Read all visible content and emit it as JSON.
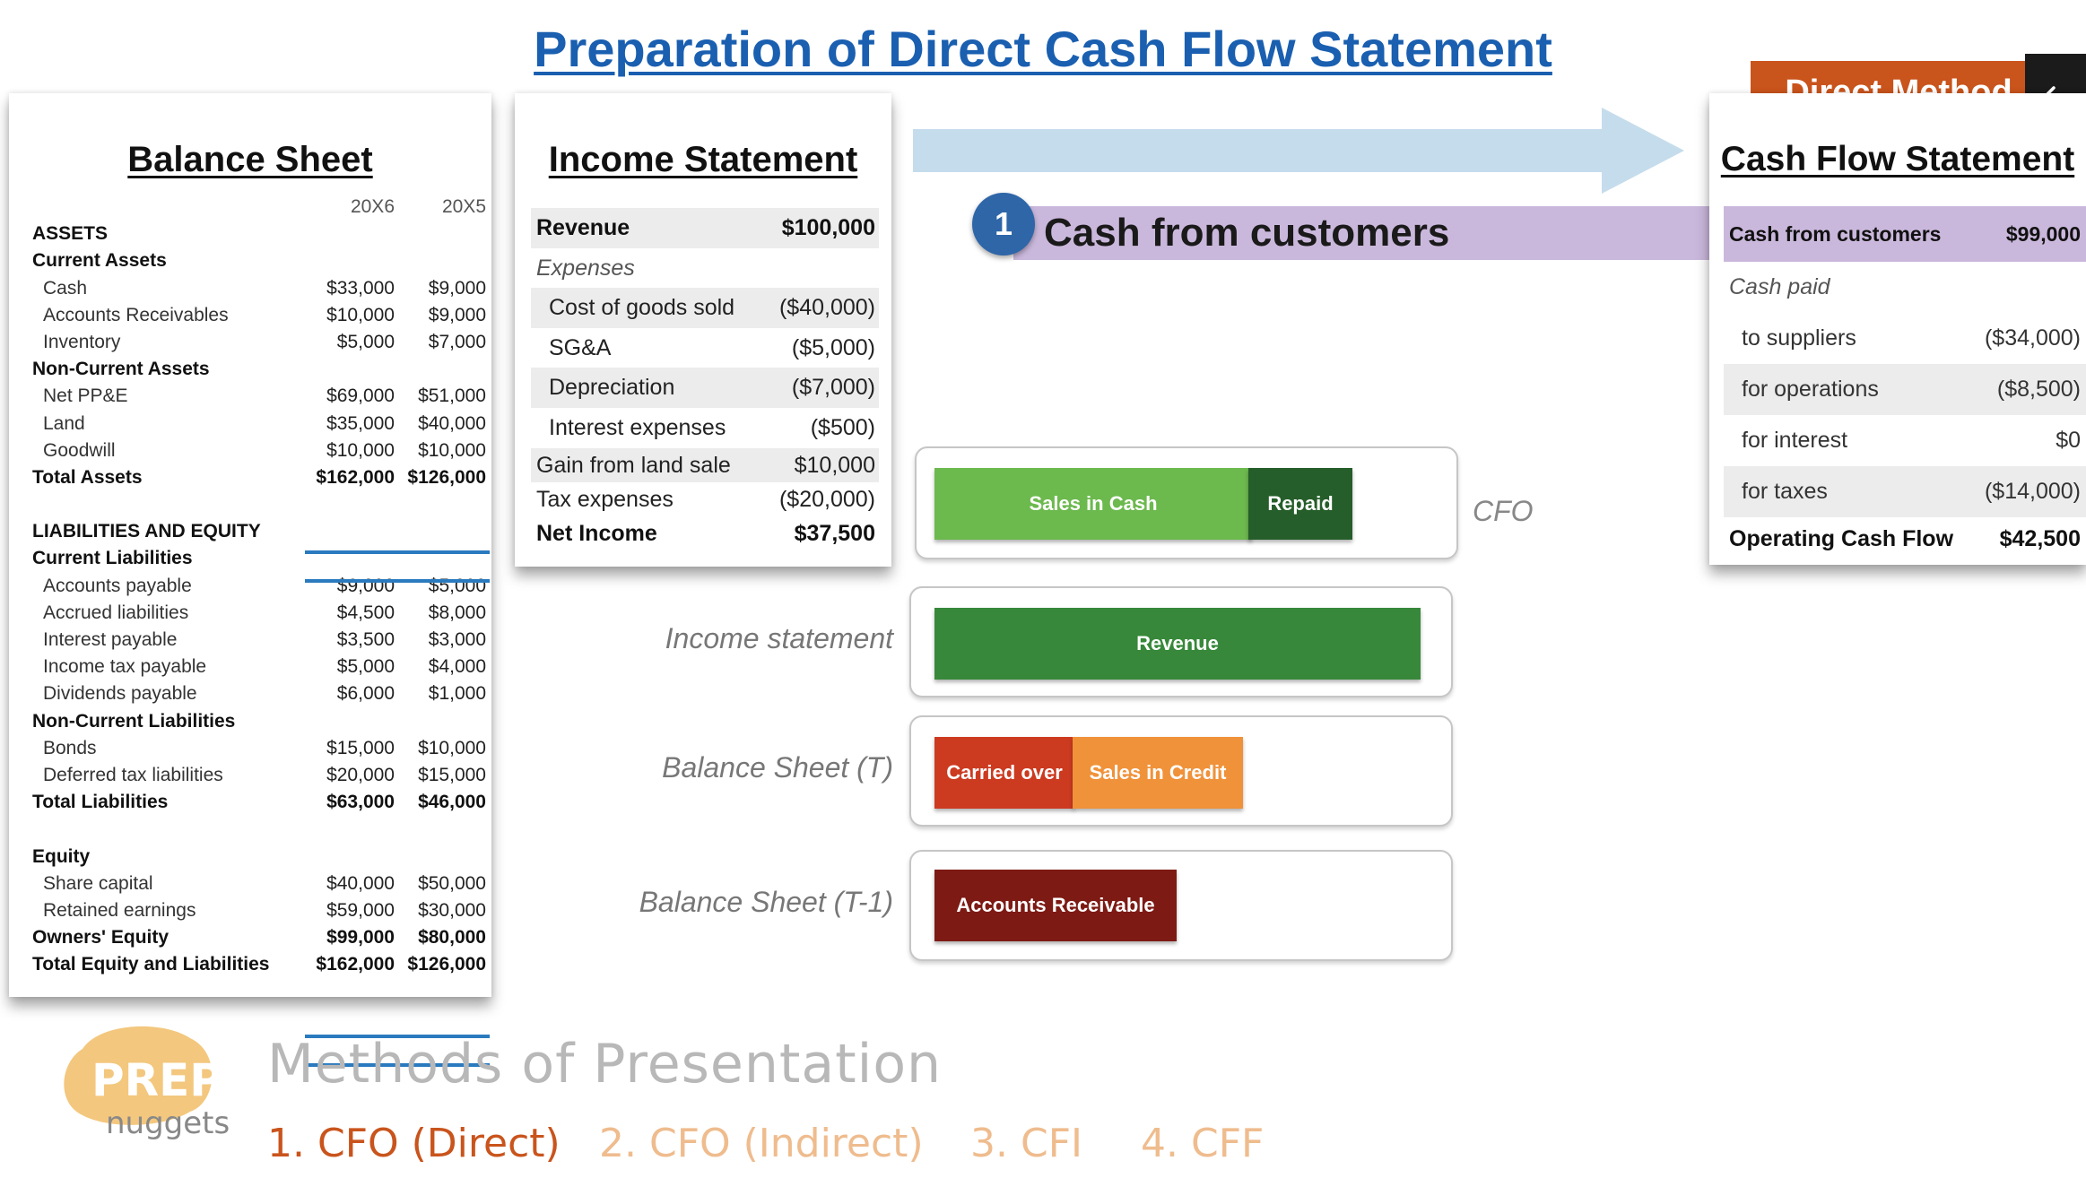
{
  "title": "Preparation of Direct Cash Flow Statement",
  "balance_sheet": {
    "title": "Balance Sheet",
    "rows": [
      {
        "label": "",
        "v1": "20X6",
        "v2": "20X5"
      },
      {
        "label": "ASSETS",
        "v1": "",
        "v2": ""
      },
      {
        "label": "Current Assets",
        "v1": "",
        "v2": ""
      },
      {
        "label": "Cash",
        "v1": "$33,000",
        "v2": "$9,000"
      },
      {
        "label": "Accounts Receivables",
        "v1": "$10,000",
        "v2": "$9,000"
      },
      {
        "label": "Inventory",
        "v1": "$5,000",
        "v2": "$7,000"
      },
      {
        "label": "Non-Current Assets",
        "v1": "",
        "v2": ""
      },
      {
        "label": "Net PP&E",
        "v1": "$69,000",
        "v2": "$51,000"
      },
      {
        "label": "Land",
        "v1": "$35,000",
        "v2": "$40,000"
      },
      {
        "label": "Goodwill",
        "v1": "$10,000",
        "v2": "$10,000"
      },
      {
        "label": "Total Assets",
        "v1": "$162,000",
        "v2": "$126,000"
      },
      {
        "label": "",
        "v1": "",
        "v2": ""
      },
      {
        "label": "LIABILITIES AND EQUITY",
        "v1": "",
        "v2": ""
      },
      {
        "label": "Current Liabilities",
        "v1": "",
        "v2": ""
      },
      {
        "label": "Accounts payable",
        "v1": "$9,000",
        "v2": "$5,000"
      },
      {
        "label": "Accrued liabilities",
        "v1": "$4,500",
        "v2": "$8,000"
      },
      {
        "label": "Interest payable",
        "v1": "$3,500",
        "v2": "$3,000"
      },
      {
        "label": "Income tax payable",
        "v1": "$5,000",
        "v2": "$4,000"
      },
      {
        "label": "Dividends payable",
        "v1": "$6,000",
        "v2": "$1,000"
      },
      {
        "label": "Non-Current Liabilities",
        "v1": "",
        "v2": ""
      },
      {
        "label": "Bonds",
        "v1": "$15,000",
        "v2": "$10,000"
      },
      {
        "label": "Deferred tax liabilities",
        "v1": "$20,000",
        "v2": "$15,000"
      },
      {
        "label": "Total Liabilities",
        "v1": "$63,000",
        "v2": "$46,000"
      },
      {
        "label": "",
        "v1": "",
        "v2": ""
      },
      {
        "label": "Equity",
        "v1": "",
        "v2": ""
      },
      {
        "label": "Share capital",
        "v1": "$40,000",
        "v2": "$50,000"
      },
      {
        "label": "Retained earnings",
        "v1": "$59,000",
        "v2": "$30,000"
      },
      {
        "label": "Owners' Equity",
        "v1": "$99,000",
        "v2": "$80,000"
      },
      {
        "label": "Total Equity and Liabilities",
        "v1": "$162,000",
        "v2": "$126,000"
      }
    ]
  },
  "income_statement": {
    "title": "Income Statement",
    "rows": [
      {
        "label": "Revenue",
        "value": "$100,000"
      },
      {
        "label": "Expenses",
        "value": ""
      },
      {
        "label": "Cost of goods sold",
        "value": "($40,000)"
      },
      {
        "label": "SG&A",
        "value": "($5,000)"
      },
      {
        "label": "Depreciation",
        "value": "($7,000)"
      },
      {
        "label": "Interest expenses",
        "value": "($500)"
      },
      {
        "label": "Gain from land sale",
        "value": "$10,000"
      },
      {
        "label": "Tax expenses",
        "value": "($20,000)"
      },
      {
        "label": "Net Income",
        "value": "$37,500"
      }
    ]
  },
  "highlight": {
    "step": "1",
    "text": "Cash from customers",
    "band_color": "#cab8dc"
  },
  "direct_method_tag": "Direct Method",
  "back_button_icon": "arrow-left-icon",
  "cash_flow_statement": {
    "title": "Cash Flow Statement",
    "rows": [
      {
        "label": "Cash from customers",
        "value": "$99,000"
      },
      {
        "label": "Cash paid",
        "value": ""
      },
      {
        "label": "to suppliers",
        "value": "($34,000)"
      },
      {
        "label": "for operations",
        "value": "($8,500)"
      },
      {
        "label": "for interest",
        "value": "$0"
      },
      {
        "label": "for taxes",
        "value": "($14,000)"
      },
      {
        "label": "Operating Cash Flow",
        "value": "$42,500"
      }
    ]
  },
  "diagram": {
    "cfo_label": "CFO",
    "rows": [
      {
        "label": "",
        "segments": [
          {
            "text": "Sales in Cash",
            "color": "#6cb94e"
          },
          {
            "text": "Repaid",
            "color": "#255e2a"
          }
        ]
      },
      {
        "label": "Income statement",
        "segments": [
          {
            "text": "Revenue",
            "color": "#37883a"
          }
        ]
      },
      {
        "label": "Balance Sheet (T)",
        "segments": [
          {
            "text": "Carried over",
            "color": "#cc3a20"
          },
          {
            "text": "Sales in Credit",
            "color": "#f0923a"
          }
        ]
      },
      {
        "label": "Balance Sheet (T-1)",
        "segments": [
          {
            "text": "Accounts Receivable",
            "color": "#7d1a14"
          }
        ]
      }
    ]
  },
  "footer": {
    "logo_top": "PREP",
    "logo_bottom": "nuggets",
    "methods_title": "Methods of Presentation",
    "methods": [
      "1. CFO (Direct)",
      "2. CFO (Indirect)",
      "3. CFI",
      "4. CFF"
    ]
  },
  "colors": {
    "title_blue": "#1a5fb0",
    "accent_orange": "#c9541c",
    "muted_orange": "#efbc8e",
    "underline_blue": "#2a7abf"
  }
}
